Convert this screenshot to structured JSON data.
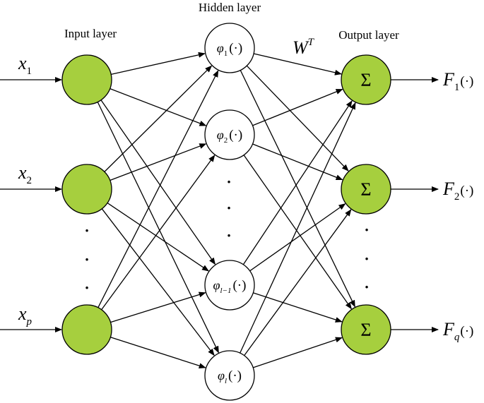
{
  "titles": {
    "input": "Input layer",
    "hidden": "Hidden layer",
    "output": "Output layer"
  },
  "weight_label": {
    "base": "W",
    "sup": "T"
  },
  "inputs": [
    {
      "var": "x",
      "sub": "1",
      "sub_italic": false
    },
    {
      "var": "x",
      "sub": "2",
      "sub_italic": false
    },
    {
      "var": "x",
      "sub": "p",
      "sub_italic": true
    }
  ],
  "hidden": [
    {
      "var": "φ",
      "sub": "1",
      "sub_italic": false,
      "arg": "(·)"
    },
    {
      "var": "φ",
      "sub": "2",
      "sub_italic": false,
      "arg": "(·)"
    },
    {
      "var": "φ",
      "sub": "l−1",
      "sub_italic": true,
      "arg": "(·)"
    },
    {
      "var": "φ",
      "sub": "l",
      "sub_italic": true,
      "arg": "(·)"
    }
  ],
  "output_symbol": "Σ",
  "outputs": [
    {
      "var": "F",
      "sub": "1",
      "sub_italic": false,
      "arg": "(·)"
    },
    {
      "var": "F",
      "sub": "2",
      "sub_italic": false,
      "arg": "(·)"
    },
    {
      "var": "F",
      "sub": "q",
      "sub_italic": true,
      "arg": "(·)"
    }
  ],
  "ellipsis": "·",
  "colors": {
    "node_fill": "#a6cf3e",
    "stroke": "#000000"
  }
}
